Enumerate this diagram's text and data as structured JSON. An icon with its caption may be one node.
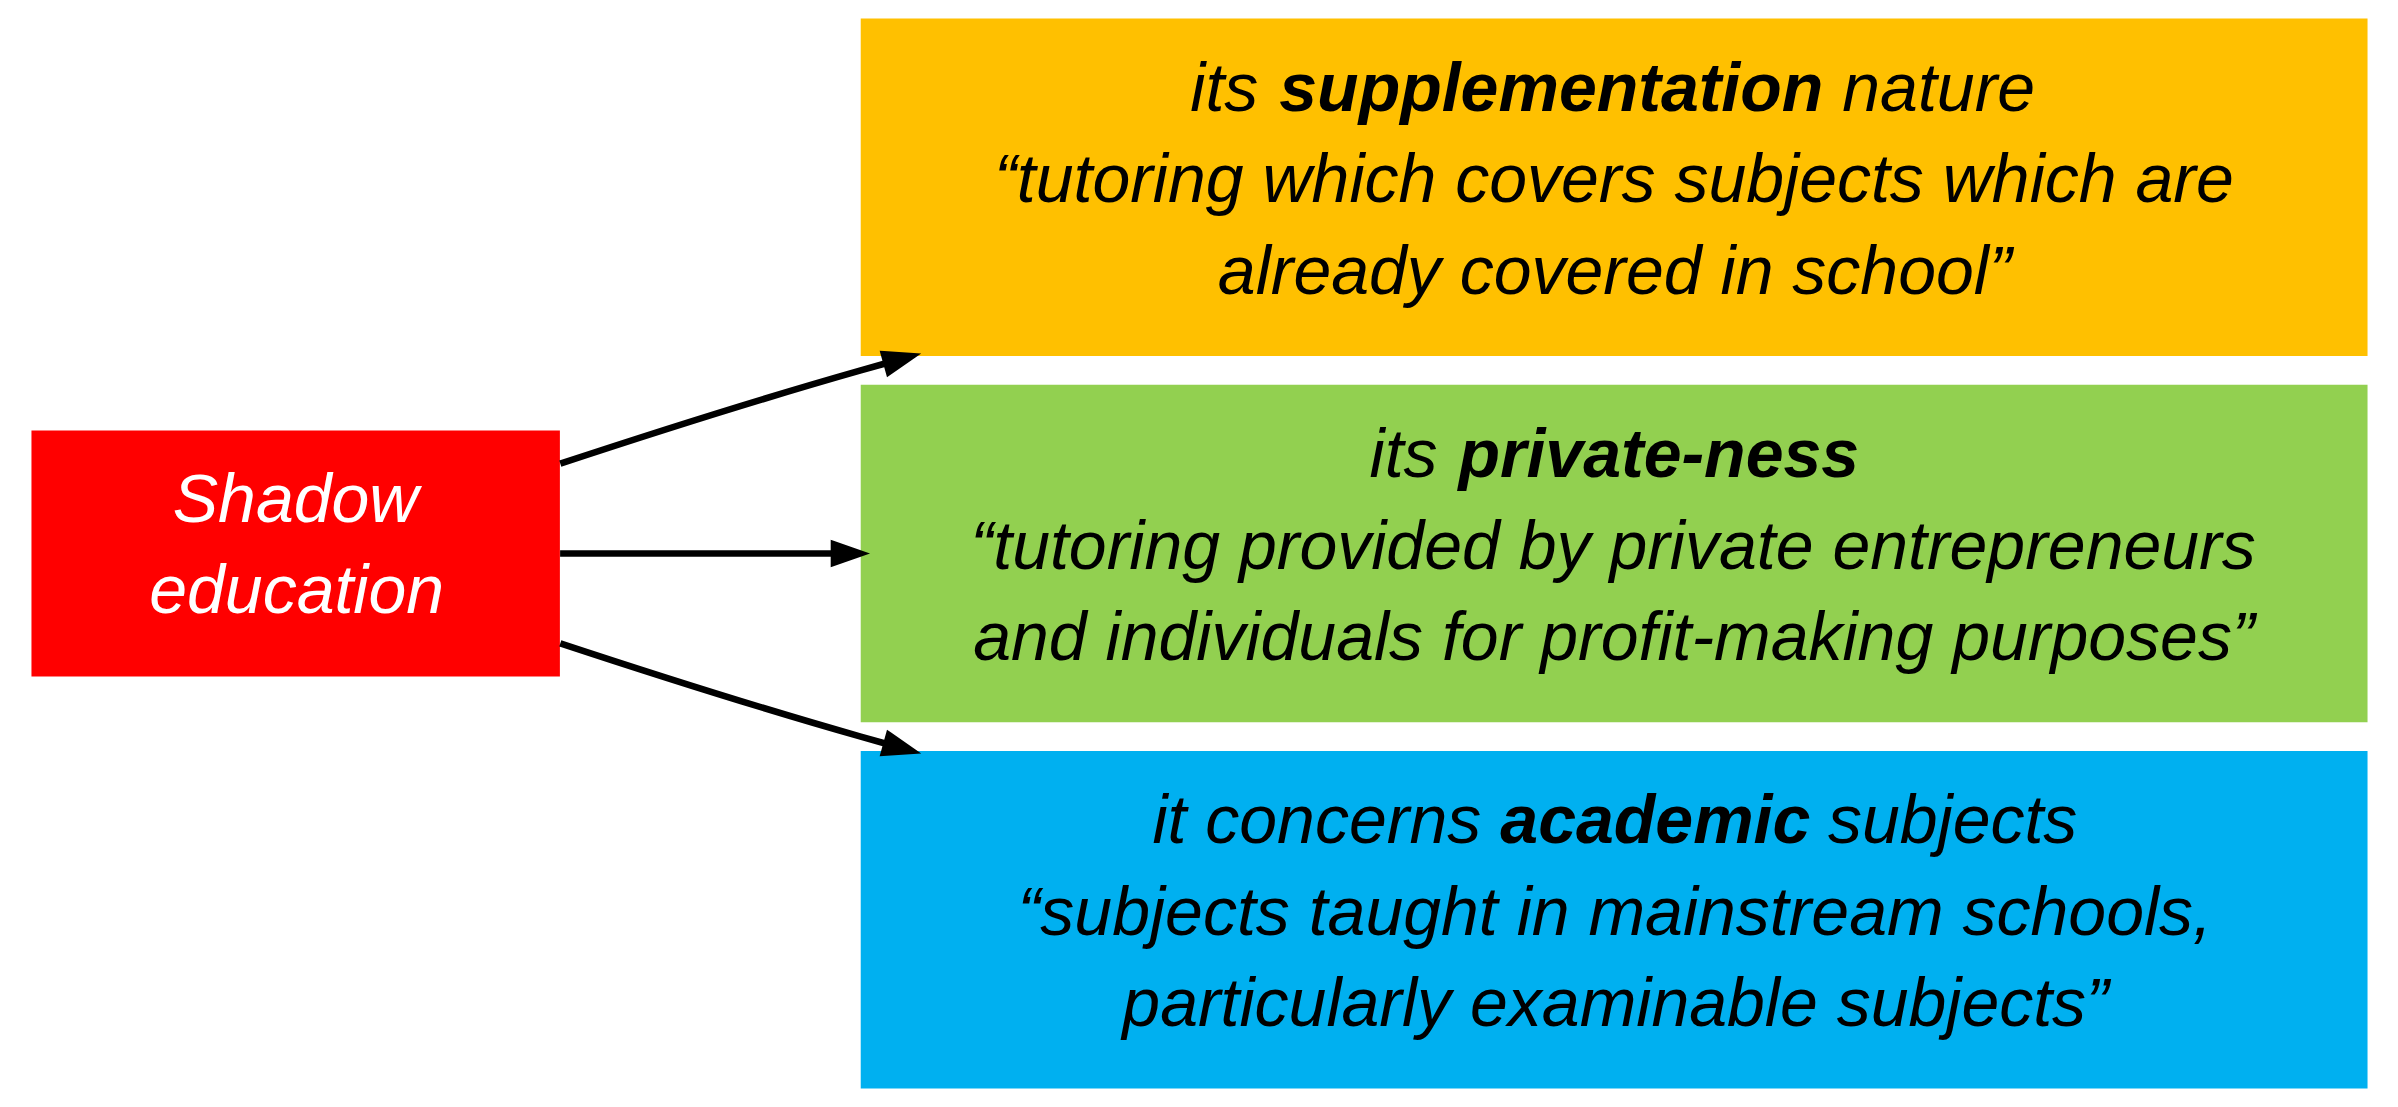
{
  "diagram": {
    "nodes": [
      {
        "text": [
          "Shadow education"
        ]
      },
      {
        "text": [
          "its **supplementation** nature",
          "“tutoring which covers subjects which are already covered in school”"
        ]
      },
      {
        "text": [
          "its **private-ness**",
          "“tutoring provided by private entrepreneurs and individuals for profit-making purposes”"
        ]
      },
      {
        "text": [
          "it concerns **academic** subjects",
          "“subjects taught in mainstream schools, particularly examinable subjects”"
        ]
      }
    ],
    "edges": [
      {
        "from": 0,
        "to": 1,
        "arrow": "to"
      },
      {
        "from": 0,
        "to": 2,
        "arrow": "to"
      },
      {
        "from": 0,
        "to": 3,
        "arrow": "to"
      }
    ]
  }
}
